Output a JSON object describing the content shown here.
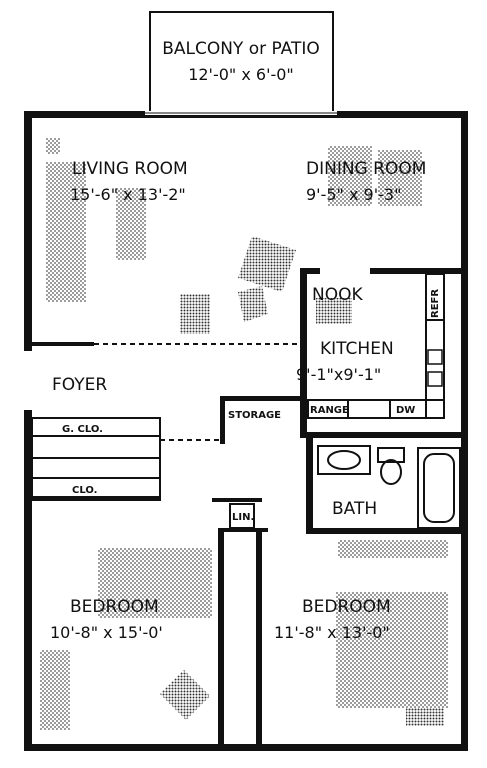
{
  "rooms": {
    "balcony": {
      "name": "BALCONY or PATIO",
      "dims": "12'-0\" x 6'-0\""
    },
    "living": {
      "name": "LIVING ROOM",
      "dims": "15'-6\" x 13'-2\""
    },
    "dining": {
      "name": "DINING ROOM",
      "dims": "9'-5\" x 9'-3\""
    },
    "nook": {
      "name": "NOOK"
    },
    "kitchen": {
      "name": "KITCHEN",
      "dims": "9'-1\"x9'-1\""
    },
    "foyer": {
      "name": "FOYER"
    },
    "storage": {
      "name": "STORAGE"
    },
    "bath": {
      "name": "BATH"
    },
    "bedroom_left": {
      "name": "BEDROOM",
      "dims": "10'-8\" x 15'-0'"
    },
    "bedroom_right": {
      "name": "BEDROOM",
      "dims": "11'-8\" x 13'-0\""
    }
  },
  "fixtures": {
    "refrig": "REFR",
    "range": "RANGE",
    "dw": "DW",
    "gclo": "G. CLO.",
    "clo": "CLO.",
    "linen": "LIN."
  },
  "colors": {
    "ink": "#111111",
    "paper": "#ffffff",
    "pattern": "#555555"
  }
}
